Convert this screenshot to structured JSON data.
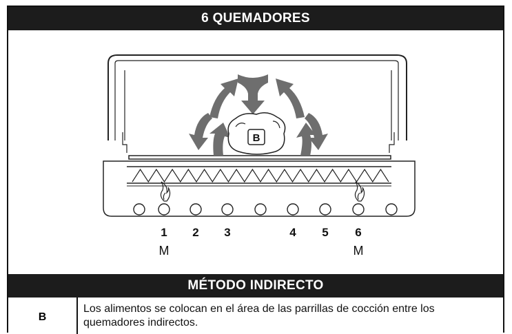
{
  "header": {
    "title": "6 QUEMADORES"
  },
  "diagram": {
    "zone_label": "B",
    "burner_numbers": [
      "1",
      "2",
      "3",
      "4",
      "5",
      "6"
    ],
    "burner_mode_labels": [
      "M",
      "M"
    ],
    "active_burners": [
      1,
      6
    ],
    "flame_icon": "flame-icon",
    "arrow_color": "#6e6e6e"
  },
  "section": {
    "title": "MÉTODO INDIRECTO"
  },
  "legend": {
    "key": "B",
    "text": "Los alimentos se colocan en el área de las parrillas de cocción entre los quemadores indirectos."
  }
}
